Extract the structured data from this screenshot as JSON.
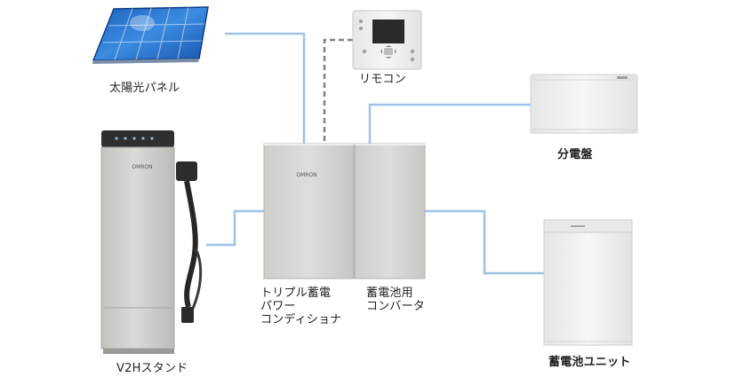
{
  "devices": {
    "solar_panel": {
      "label": "太陽光パネル"
    },
    "remote": {
      "label": "リモコン"
    },
    "distribution_board": {
      "label": "分電盤"
    },
    "v2h_stand": {
      "label": "V2Hスタンド",
      "logo": "OMRON"
    },
    "power_conditioner": {
      "label_lines": [
        "トリプル蓄電",
        "パワー",
        "コンディショナ"
      ],
      "logo": "OMRON"
    },
    "battery_converter": {
      "label_lines": [
        "蓄電池用",
        "コンバータ"
      ]
    },
    "battery_unit": {
      "label": "蓄電池ユニット"
    }
  },
  "colors": {
    "power_line": "#9dc3e6",
    "signal_line": "#808080",
    "cabinet": "#d3d1ce",
    "panel_blue": "#2e7ad1"
  }
}
